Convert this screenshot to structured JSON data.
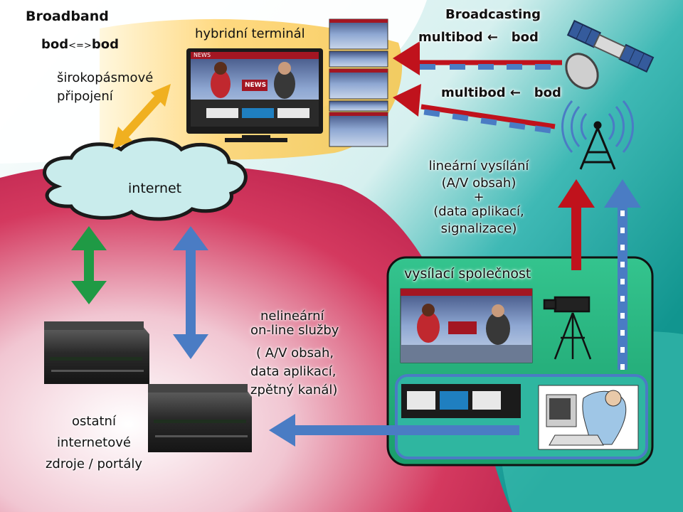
{
  "labels": {
    "broadband": "Broadband",
    "bod_bod_left": "bod",
    "bod_bod_arrow": "<=>",
    "bod_bod_right": "bod",
    "broadcasting": "Broadcasting",
    "multibod_1": "multibod ←   bod",
    "multibod_2": "multibod ←   bod",
    "hybrid_terminal": "hybridní terminál",
    "broadband_conn_line1": "širokopásmové",
    "broadband_conn_line2": "připojení",
    "internet": "internet",
    "linear_line1": "lineární vysílání",
    "linear_line2": "(A/V obsah)",
    "linear_line3": "+",
    "linear_line4": "(data aplikací,",
    "linear_line5": "signalizace)",
    "broadcaster": "vysílací společnost",
    "nonlinear_line1": "nelineární",
    "nonlinear_line2": "on-line služby",
    "nonlinear_line3": "( A/V obsah,",
    "nonlinear_line4": "data aplikací,",
    "nonlinear_line5": "zpětný kanál)",
    "other_line1": "ostatní",
    "other_line2": "internetové",
    "other_line3": "zdroje / portály"
  },
  "tv_screen": {
    "ticker_word": "NEWS",
    "desk_sign": "NEWS"
  },
  "icons": [
    "satellite-icon",
    "broadcast-tower-icon",
    "tv-icon",
    "server-icon",
    "camera-icon",
    "operator-icon",
    "cloud-icon"
  ],
  "colors": {
    "red_arrow": "#c0121c",
    "blue_arrow": "#4a7cc4",
    "green_arrow": "#1f9a45",
    "orange_arrow": "#f0b020",
    "broadcaster_box": "#22b07a",
    "background_pink": "#d0305c",
    "background_teal": "#1fa5a5"
  }
}
